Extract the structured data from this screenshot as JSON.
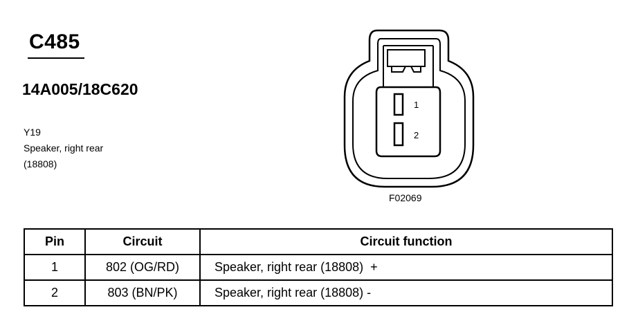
{
  "connector": {
    "id": "C485",
    "part_numbers": "14A005/18C620"
  },
  "component": {
    "code": "Y19",
    "name": "Speaker, right rear",
    "ref": "(18808)"
  },
  "diagram": {
    "pins": [
      {
        "label": "1"
      },
      {
        "label": "2"
      }
    ],
    "figure_code": "F02069"
  },
  "table": {
    "headers": {
      "pin": "Pin",
      "circuit": "Circuit",
      "function": "Circuit function"
    },
    "rows": [
      {
        "pin": "1",
        "circuit": "802 (OG/RD)",
        "function": "Speaker, right rear (18808)  +"
      },
      {
        "pin": "2",
        "circuit": "803 (BN/PK)",
        "function": "Speaker, right rear (18808) -"
      }
    ]
  }
}
